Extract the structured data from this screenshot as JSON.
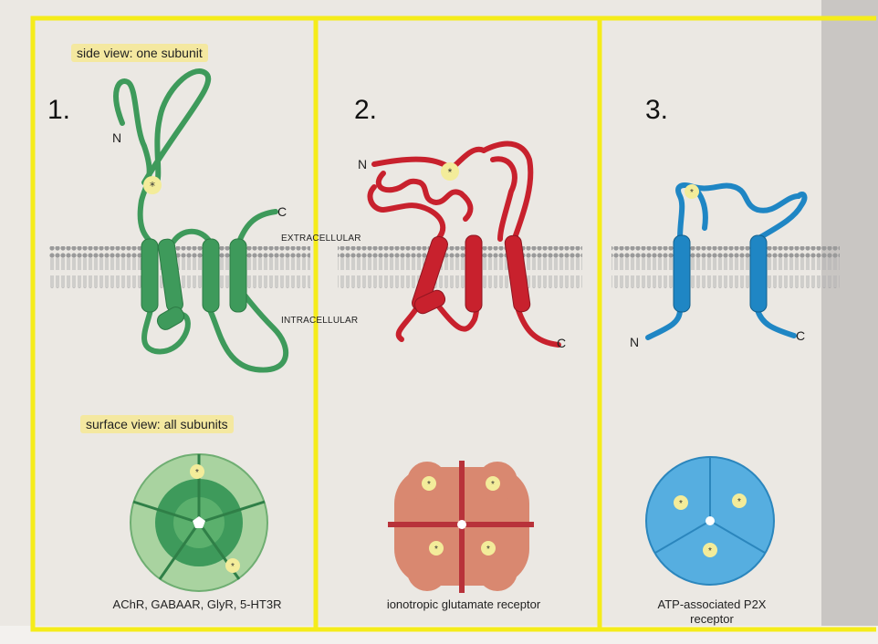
{
  "panels": [
    {
      "number": "1.",
      "top_tag": "side view: one subunit",
      "bottom_tag": "surface view: all subunits",
      "caption": "AChR, GABAAR, GlyR, 5-HT3R",
      "n_label": "N",
      "c_label": "C"
    },
    {
      "number": "2.",
      "caption": "ionotropic glutamate receptor",
      "n_label": "N",
      "c_label": "C"
    },
    {
      "number": "3.",
      "caption_line1": "ATP-associated P2X",
      "caption_line2": "receptor",
      "n_label": "N",
      "c_label": "C"
    }
  ],
  "membrane": {
    "extra": "EXTRACELLULAR",
    "intra": "INTRACELLULAR"
  },
  "colors": {
    "frame": "#f5ec1a",
    "green": "#3e9a5b",
    "green_light": "#a9d3a0",
    "red": "#c8212d",
    "red_light": "#d98870",
    "blue": "#1f86c4",
    "blue_light": "#56aee0",
    "star": "#f3ec9a"
  }
}
